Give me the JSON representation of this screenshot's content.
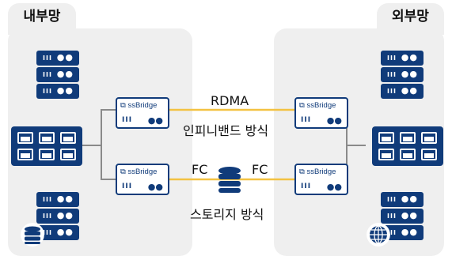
{
  "zones": {
    "internal": "내부망",
    "external": "외부망"
  },
  "bridge_label": "ssBridge",
  "server_glyphs": {
    "bars": "III",
    "dots": "●●"
  },
  "links": {
    "top_protocol": "RDMA",
    "top_method": "인피니밴드 방식",
    "fc_left": "FC",
    "fc_right": "FC",
    "bottom_method": "스토리지 방식"
  },
  "icons": {
    "bridge": "copy-icon",
    "storage": "database-icon",
    "web": "globe-icon"
  },
  "colors": {
    "navy": "#103b7a",
    "link_line": "#f3c242",
    "panel": "#efefef",
    "connector": "#8a8a8a"
  }
}
